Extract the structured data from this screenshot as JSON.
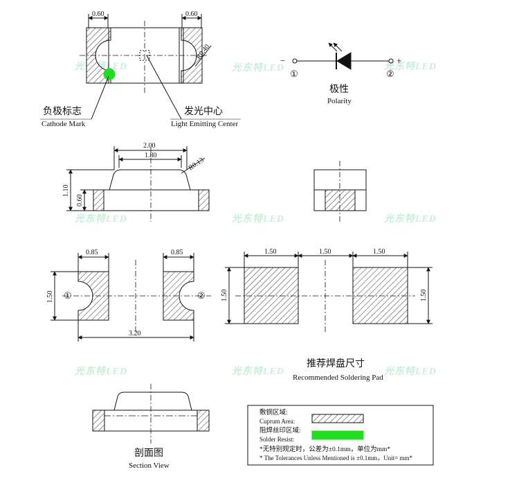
{
  "watermark": "光东特LED",
  "top_view": {
    "dim_left": "0.60",
    "dim_right": "0.60",
    "radius": "R0.40",
    "cathode_cn": "负极标志",
    "cathode_en": "Cathode Mark",
    "center_cn": "发光中心",
    "center_en": "Light Emitting Center"
  },
  "polarity": {
    "minus": "−",
    "plus": "+",
    "pin1": "①",
    "pin2": "②",
    "label_cn": "极性",
    "label_en": "Polarity"
  },
  "side_view": {
    "dim_outer": "2.00",
    "dim_inner": "1.80",
    "radius": "R0.13",
    "height_total": "1.10",
    "height_base": "0.60"
  },
  "bottom_view": {
    "pad_left": "0.85",
    "pad_right": "0.85",
    "height": "1.50",
    "length": "3.20",
    "pin1": "①",
    "pin2": "②"
  },
  "solder_pad": {
    "pad1": "1.50",
    "gap": "1.50",
    "pad2": "1.50",
    "height_left": "1.50",
    "height_right": "1.50",
    "title_cn": "推荐焊盘尺寸",
    "title_en": "Recommended Soldering Pad"
  },
  "section_view": {
    "label_cn": "剖面图",
    "label_en": "Section View"
  },
  "legend": {
    "cuprum_cn": "敷铜区域:",
    "cuprum_en": "Cuprum Area:",
    "resist_cn": "阻焊丝印区域:",
    "resist_en": "Solder Resist:",
    "tolerance_cn": "*无特别规定时，公差为±0.1mm，单位为mm*",
    "tolerance_en": "* The Tolerances Unless Mentioned is ±0.1mm，Unit= mm*",
    "resist_color": "#22dd22"
  },
  "colors": {
    "led_green": "#22dd22",
    "watermark": "#c9eedc"
  }
}
